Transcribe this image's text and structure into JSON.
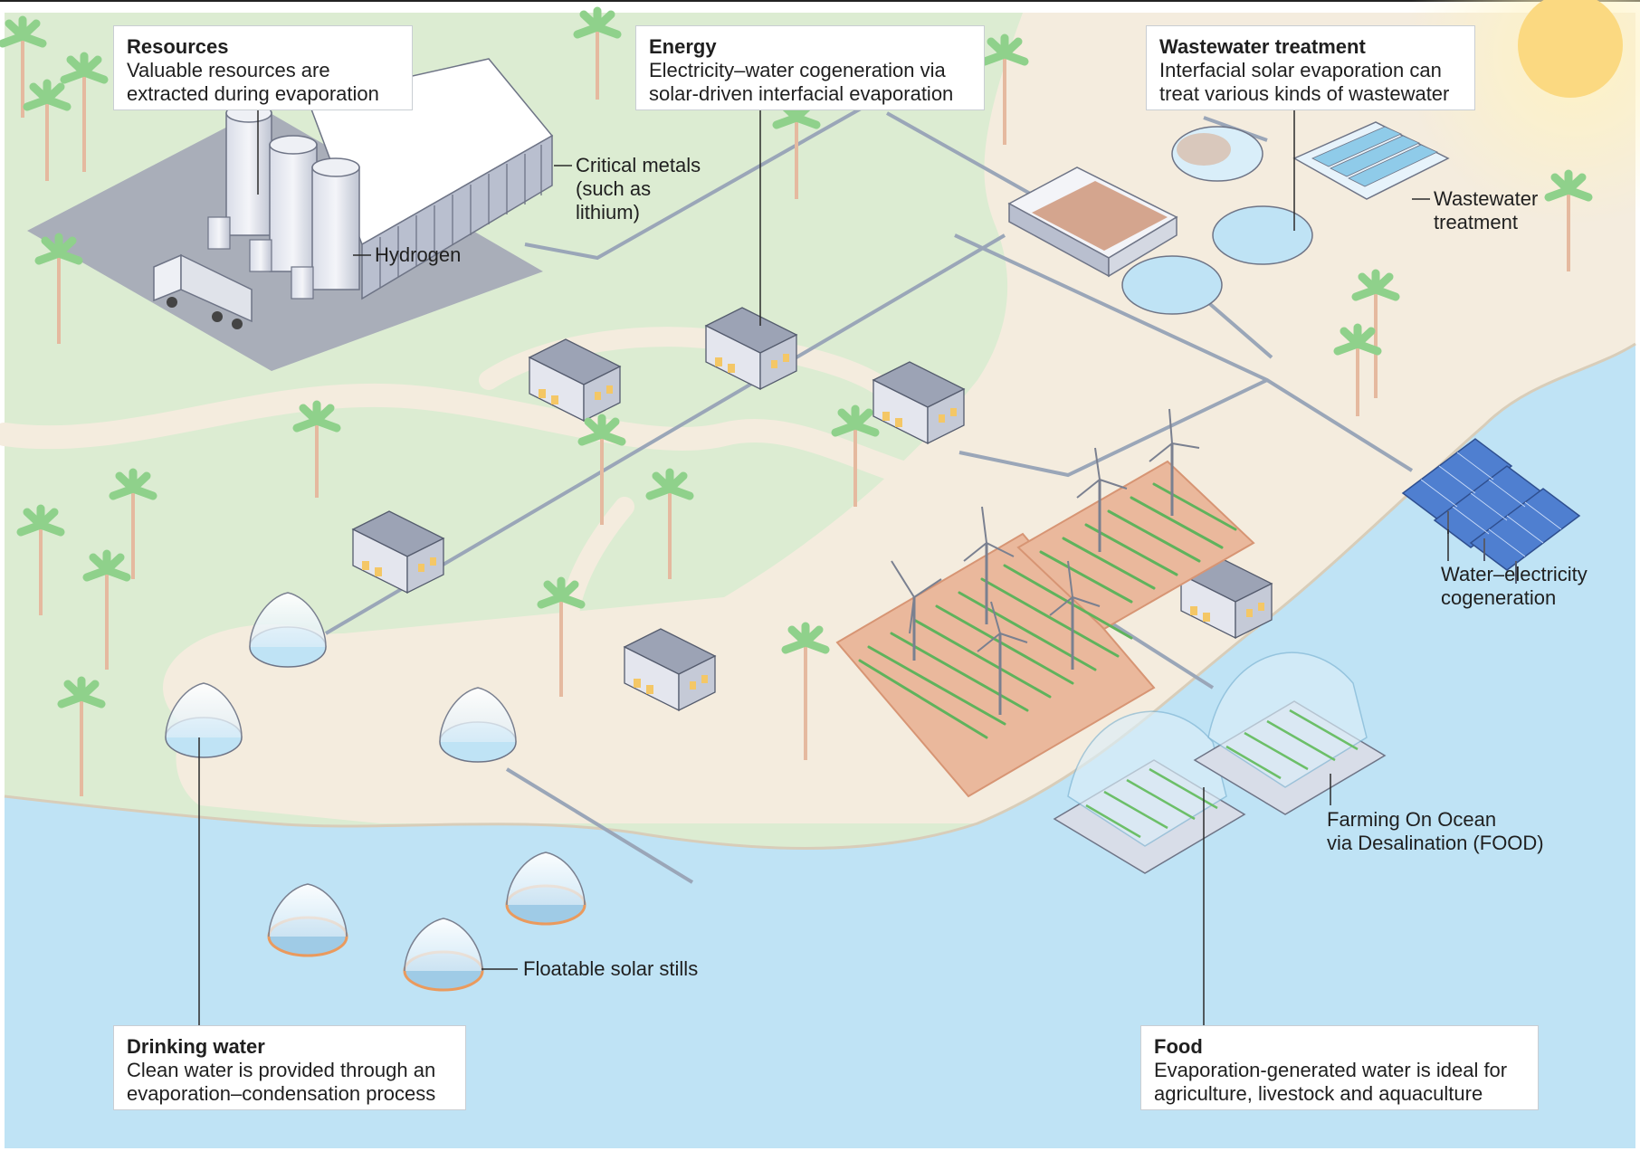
{
  "callouts": {
    "resources": {
      "title": "Resources",
      "line1": "Valuable resources are",
      "line2": "extracted during evaporation"
    },
    "energy": {
      "title": "Energy",
      "line1": "Electricity–water cogeneration via",
      "line2": "solar-driven interfacial evaporation"
    },
    "wastewater": {
      "title": "Wastewater treatment",
      "line1": "Interfacial solar evaporation can",
      "line2": "treat various kinds of wastewater"
    },
    "drinking": {
      "title": "Drinking water",
      "line1": "Clean water is provided through an",
      "line2": "evaporation–condensation process"
    },
    "food": {
      "title": "Food",
      "line1": "Evaporation-generated water is ideal for",
      "line2": "agriculture, livestock and aquaculture"
    }
  },
  "labels": {
    "critical_metals": [
      "Critical metals",
      "(such as",
      "lithium)"
    ],
    "hydrogen": "Hydrogen",
    "wastewater_plant": [
      "Wastewater",
      "treatment"
    ],
    "cogeneration": [
      "Water–electricity",
      "cogeneration"
    ],
    "food_farming": [
      "Farming On Ocean",
      "via Desalination (FOOD)"
    ],
    "solar_stills": "Floatable solar stills"
  },
  "colors": {
    "land": "#dcecd2",
    "sand": "#f4ecde",
    "ocean": "#bfe3f5",
    "sun": "#fbd981",
    "leader": "#2b2b2b",
    "pipe": "#9aa6b8",
    "building": "#b9bfcf",
    "crop": "#e9b49a",
    "palm": "#8fd18b"
  }
}
